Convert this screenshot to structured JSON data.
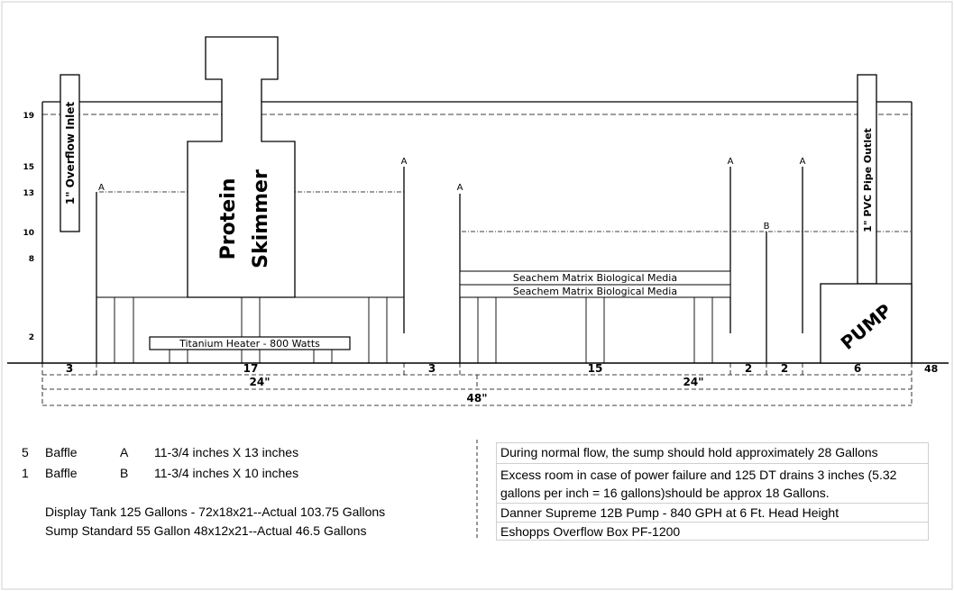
{
  "labels": {
    "overflow_inlet": "1\" Overflow Inlet",
    "pvc_outlet": "1\" PVC Pipe Outlet",
    "skimmer_line1": "Protein",
    "skimmer_line2": "Skimmer",
    "heater": "Titanium Heater - 800 Watts",
    "media_1": "Seachem Matrix Biological Media",
    "media_2": "Seachem Matrix Biological Media",
    "pump": "PUMP",
    "baffle_a": "A",
    "baffle_b": "B"
  },
  "height_ticks": [
    "19",
    "15",
    "13",
    "10",
    "8",
    "2"
  ],
  "width_segments": [
    "3",
    "17",
    "3",
    "15",
    "2",
    "2",
    "6"
  ],
  "half_width_labels": [
    "24\"",
    "24\""
  ],
  "total_width_label": "48\"",
  "end_label": "48",
  "legend": [
    {
      "count": "5",
      "type": "Baffle",
      "code": "A",
      "size": "11-3/4 inches X 13 inches"
    },
    {
      "count": "1",
      "type": "Baffle",
      "code": "B",
      "size": "11-3/4 inches X 10 inches"
    }
  ],
  "tank_info": [
    "Display Tank 125 Gallons - 72x18x21--Actual 103.75 Gallons",
    "Sump Standard 55 Gallon 48x12x21--Actual 46.5 Gallons"
  ],
  "notes": [
    "During normal flow, the sump should hold approximately 28 Gallons",
    "Excess room in case of power failure and 125 DT drains 3 inches (5.32 gallons per inch = 16 gallons)should be approx 18 Gallons.",
    "Danner Supreme 12B Pump - 840 GPH at 6 Ft. Head Height",
    "Eshopps Overflow Box PF-1200"
  ]
}
